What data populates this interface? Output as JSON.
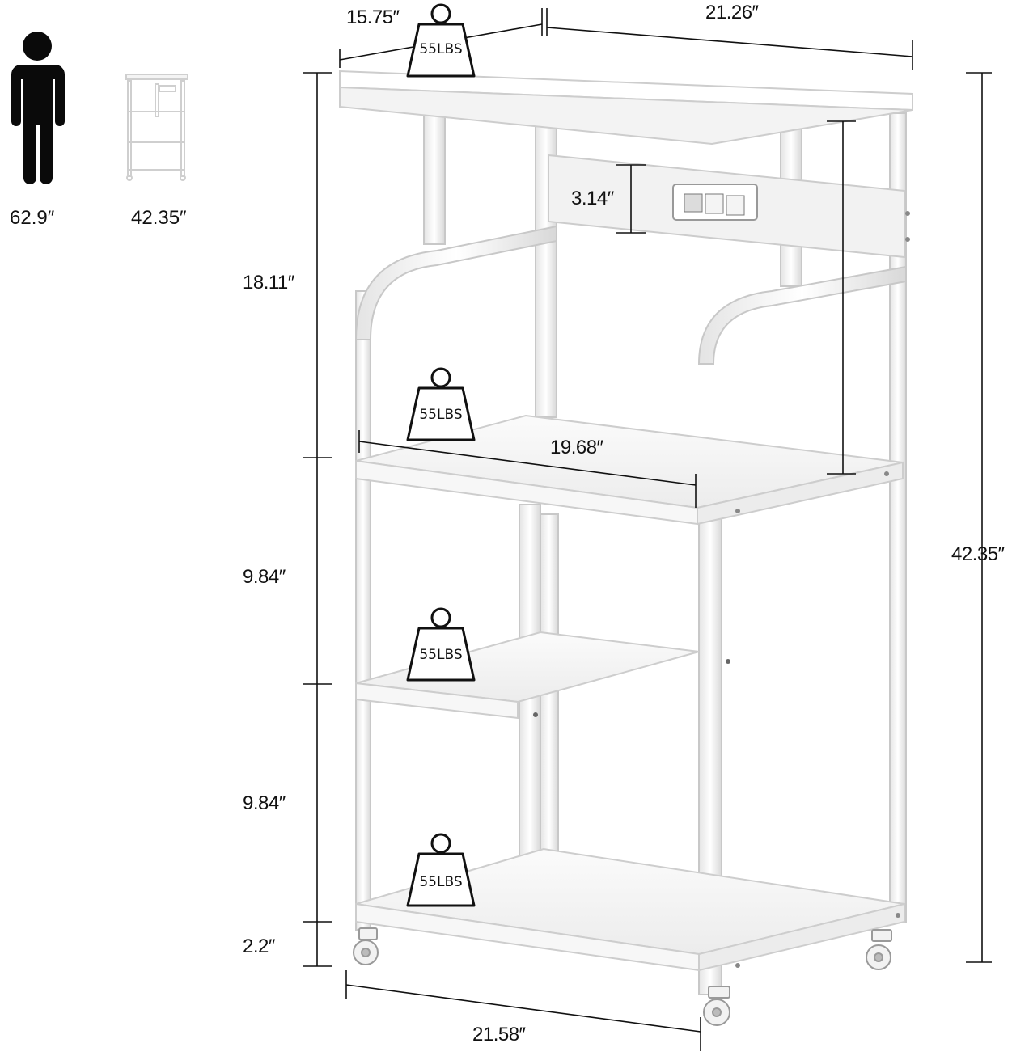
{
  "scale_reference": {
    "person_height": "62.9″",
    "cart_height": "42.35″"
  },
  "dimensions": {
    "top_depth": "15.75″",
    "top_width": "21.26″",
    "panel_height": "3.14″",
    "upper_section": "18.11″",
    "shelf_width": "19.68″",
    "middle_section": "9.84″",
    "lower_section": "9.84″",
    "caster_clearance": "2.2″",
    "overall_height": "42.35″",
    "base_width": "21.58″"
  },
  "weight_capacity": {
    "top_shelf": "55LBS",
    "second_shelf": "55LBS",
    "third_shelf": "55LBS",
    "bottom_shelf": "55LBS"
  },
  "colors": {
    "frame": "#ffffff",
    "edge": "#c9c9c9",
    "dimension_line": "#111111"
  }
}
